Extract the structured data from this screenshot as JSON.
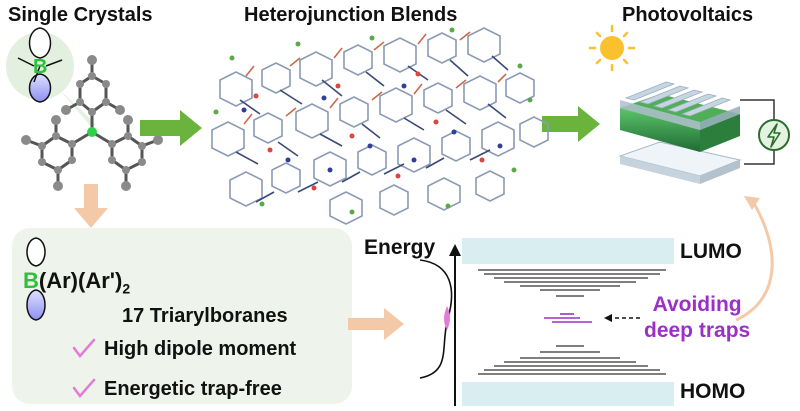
{
  "sections": {
    "single_crystals": "Single Crystals",
    "heterojunction_blends": "Heterojunction Blends",
    "photovoltaics": "Photovoltaics"
  },
  "boron_symbol": "B",
  "formula": {
    "prefix": "B",
    "rest": "(Ar)(Ar')",
    "subscript": "2"
  },
  "compound_count_label": "17 Triarylboranes",
  "features": [
    {
      "label": "High dipole moment",
      "check_color": "#e37bd9"
    },
    {
      "label": "Energetic trap-free",
      "check_color": "#e37bd9"
    }
  ],
  "energy_diagram": {
    "axis_label": "Energy",
    "lumo_label": "LUMO",
    "homo_label": "HOMO",
    "trap_label_line1": "Avoiding",
    "trap_label_line2": "deep traps"
  },
  "colors": {
    "green_arrow": "#6ab43e",
    "peach_arrow": "#f3c9a8",
    "boron_green": "#2fbf3a",
    "trap_purple": "#9b30c9",
    "band_fill": "#d8eef0",
    "panel_bg": "#eef3ec"
  }
}
